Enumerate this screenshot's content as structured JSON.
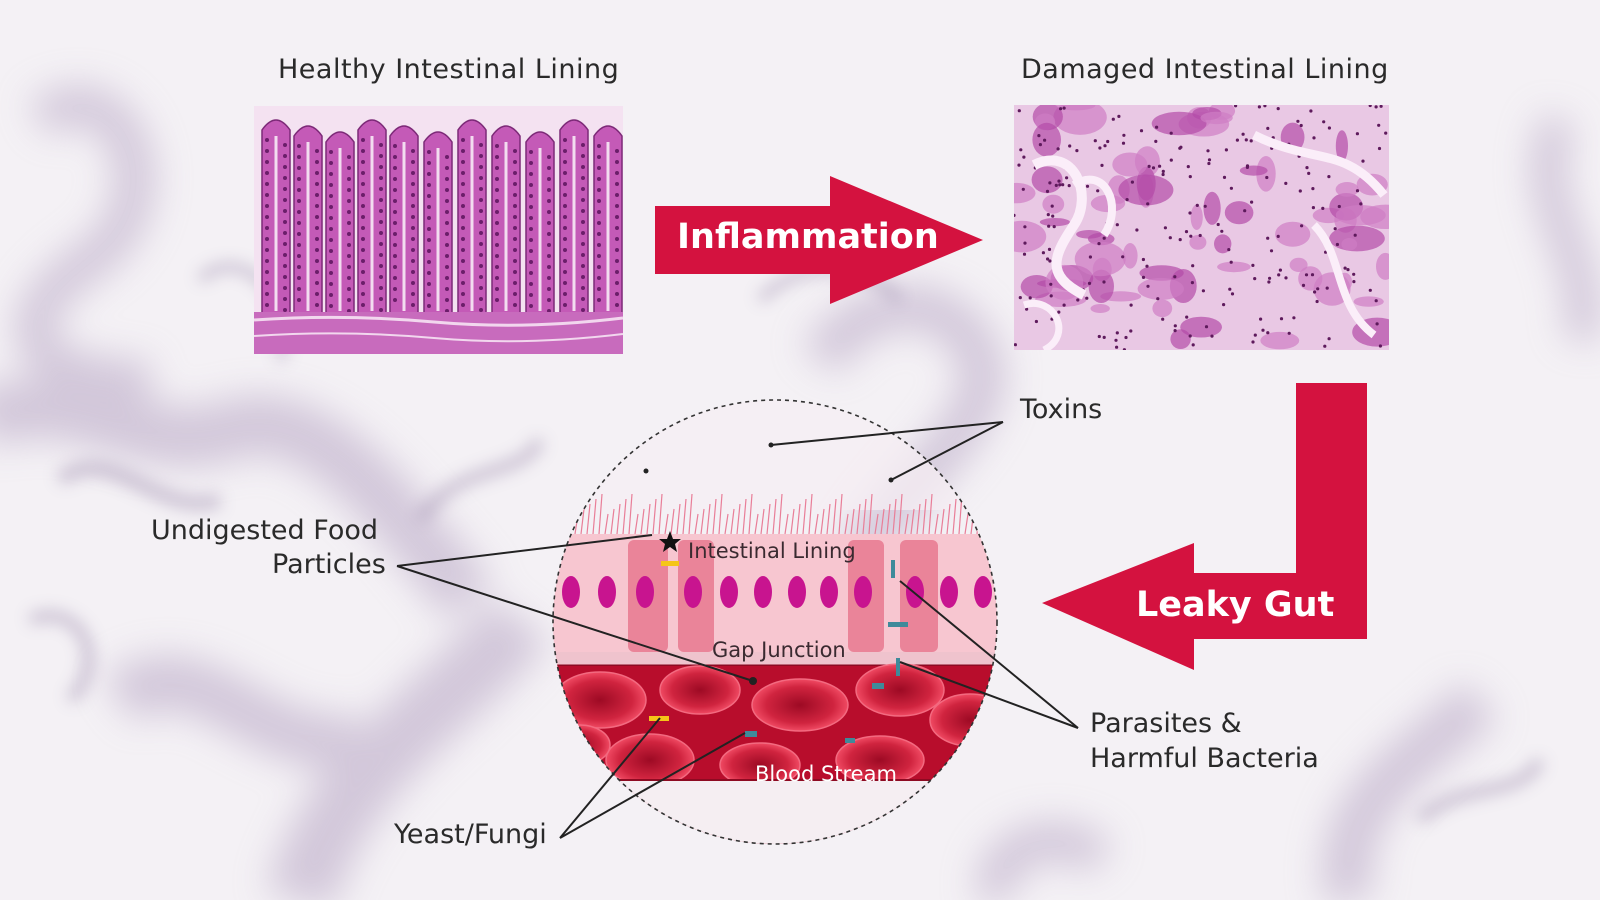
{
  "panels": {
    "healthy_title": "Healthy Intestinal Lining",
    "damaged_title": "Damaged Intestinal Lining"
  },
  "arrows": {
    "inflammation": "Inflammation",
    "leaky_gut": "Leaky Gut"
  },
  "callouts": {
    "toxins": "Toxins",
    "undigested_line1": "Undigested Food",
    "undigested_line2": "Particles",
    "parasites_line1": "Parasites &",
    "parasites_line2": "Harmful Bacteria",
    "yeast": "Yeast/Fungi"
  },
  "inset": {
    "intestinal_lining": "Intestinal Lining",
    "gap_junction": "Gap Junction",
    "blood_stream": "Blood Stream"
  },
  "colors": {
    "arrow_red": "#d4123f",
    "tissue_pink": "#c55fb8",
    "tissue_light": "#f1dcef",
    "blood_red": "#b80d2c",
    "cell_pink": "#f4c4ce",
    "nucleus": "#c8148f"
  }
}
